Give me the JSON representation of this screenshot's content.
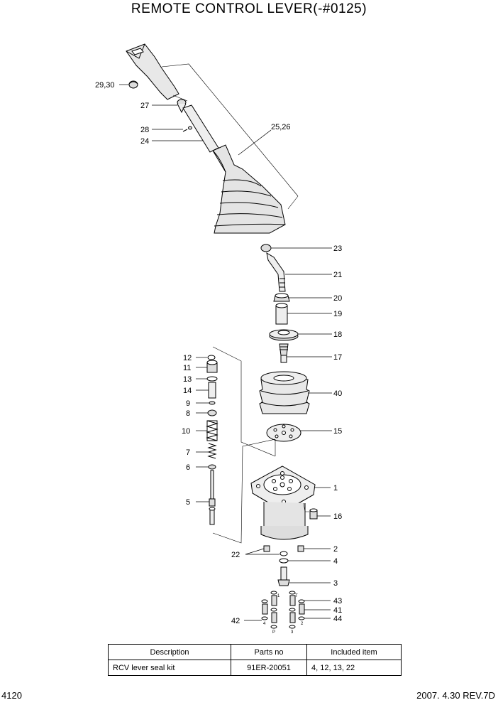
{
  "title": "REMOTE CONTROL LEVER(-#0125)",
  "callouts": {
    "c29_30": "29,30",
    "c27": "27",
    "c28": "28",
    "c24": "24",
    "c25_26": "25,26",
    "c23": "23",
    "c21": "21",
    "c20": "20",
    "c19": "19",
    "c18": "18",
    "c17": "17",
    "c40": "40",
    "c15": "15",
    "c1": "1",
    "c16": "16",
    "c2": "2",
    "c4": "4",
    "c3": "3",
    "c22": "22",
    "c43": "43",
    "c41": "41",
    "c44": "44",
    "c42": "42",
    "c12": "12",
    "c11": "11",
    "c13": "13",
    "c14": "14",
    "c9": "9",
    "c8": "8",
    "c10": "10",
    "c7": "7",
    "c6": "6",
    "c5": "5"
  },
  "port_marks": {
    "p1": "1",
    "pT": "T",
    "p4": "4",
    "p2": "2",
    "pP": "P",
    "p3": "3"
  },
  "table": {
    "headers": [
      "Description",
      "Parts no",
      "Included item"
    ],
    "rows": [
      [
        "RCV lever seal kit",
        "91ER-20051",
        "4, 12, 13, 22"
      ]
    ]
  },
  "footer": {
    "page": "4120",
    "revision": "2007. 4.30  REV.7D"
  }
}
